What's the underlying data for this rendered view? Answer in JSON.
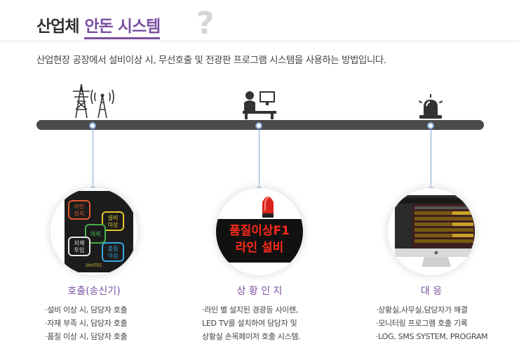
{
  "header": {
    "title_dark": "산업체",
    "title_accent": "안돈 시스템",
    "question_mark": "?",
    "subtitle": "산업현장 공장에서 설비이상 시, 무선호출 및 전광판 프로그램 시스템을 사용하는 방법입니다."
  },
  "columns": [
    {
      "title": "호출(송신기)",
      "lines": [
        "·설비 이상 시, 담당자 호출",
        "·자재 부족 시, 담당자 호출",
        "·품질 이상 시, 담당자 호출"
      ],
      "device": {
        "buttons": [
          "라인\n정지",
          "설비\n이상",
          "해제",
          "자재\n투입",
          "품질\n이상"
        ],
        "brand": "SHYTEC"
      }
    },
    {
      "title": "상 황 인 지",
      "lines": [
        "·라인 별 설치된 경광등 사이렌,",
        "LED TV를 설치하여 담당자 및",
        "상황실 손목페이저 호출 시스템."
      ],
      "display": {
        "line1": "품질이상F1",
        "line2": "라인 설비"
      }
    },
    {
      "title": "대 응",
      "lines": [
        "·상황실,사무실,담당자가 해결",
        "·모니터링 프로그램 호출 기록",
        "·LOG, SMS SYSTEM, PROGRAM"
      ]
    }
  ],
  "colors": {
    "accent": "#7a4fa0",
    "timeline": "#4a4a4a",
    "pin": "#7ea3d6"
  }
}
